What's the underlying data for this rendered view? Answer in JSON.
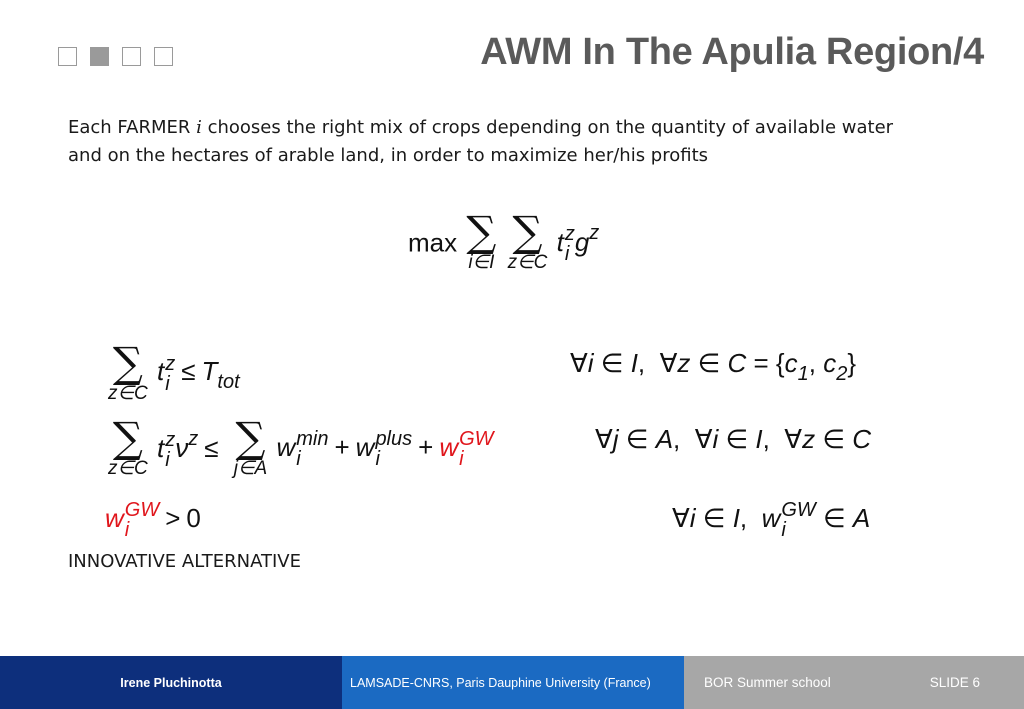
{
  "header": {
    "title": "AWM In The Apulia Region/4",
    "slide_indicator": {
      "total": 4,
      "active": 2
    }
  },
  "body": {
    "line1_before": "Each FARMER ",
    "line1_var": "i",
    "line1_after": " chooses the right mix of crops depending on the quantity of available water",
    "line2": "and on the hectares of arable land, in order to maximize her/his profits",
    "innovative_label": "INNOVATIVE ALTERNATIVE"
  },
  "formulas": {
    "objective": "max Σ_{i∈I} Σ_{z∈C} t_i^z g^z",
    "constraint1": "Σ_{z∈C} t_i^z ≤ T_tot",
    "constraint1_domain": "∀i ∈ I, ∀z ∈ C = {c1, c2}",
    "constraint2": "Σ_{z∈C} t_i^z ν^z ≤ Σ_{j∈A} w_i^min + w_i^plus + w_i^GW",
    "constraint2_domain": "∀j ∈ A, ∀i ∈ I, ∀z ∈ C",
    "constraint3": "w_i^GW > 0",
    "constraint3_domain": "∀i ∈ I, w_i^GW ∈ A"
  },
  "footer": {
    "author": "Irene  Pluchinotta",
    "affiliation": "LAMSADE-CNRS, Paris Dauphine University (France)",
    "event": "BOR Summer school",
    "slide": "SLIDE 6"
  },
  "colors": {
    "title": "#5a5a5a",
    "highlight_red": "#e0161c",
    "footer_dark_blue": "#0d2f7c",
    "footer_blue": "#1b6ac2",
    "footer_gray": "#a7a7a7"
  }
}
